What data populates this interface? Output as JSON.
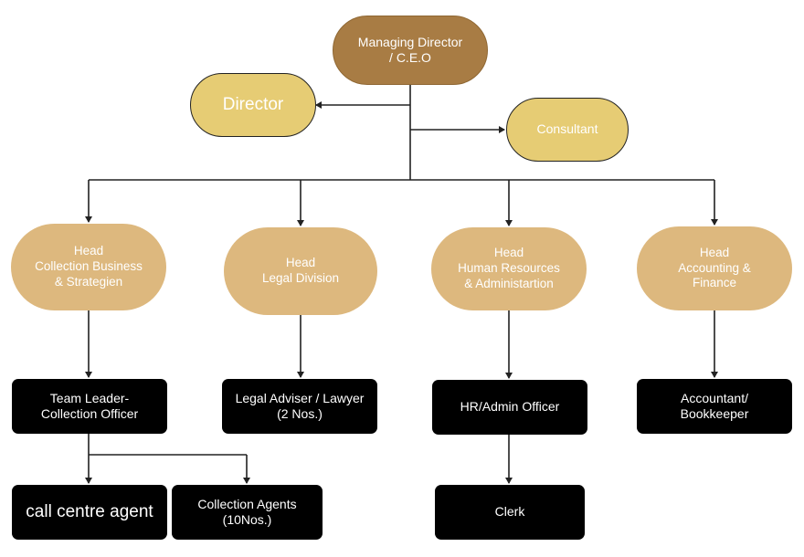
{
  "colors": {
    "ceo_fill": "#a87c44",
    "advisory_fill": "#e6cc74",
    "head_fill": "#ddb87e",
    "staff_fill": "#000000",
    "connector": "#222222"
  },
  "nodes": {
    "ceo": {
      "line1": "Managing Director",
      "line2": "/ C.E.O"
    },
    "director": {
      "label": "Director"
    },
    "consultant": {
      "label": "Consultant"
    },
    "head_collection": {
      "line1": "Head",
      "line2": "Collection Business",
      "line3": "& Strategien"
    },
    "head_legal": {
      "line1": "Head",
      "line2": "Legal Division"
    },
    "head_hr": {
      "line1": "Head",
      "line2": "Human Resources",
      "line3": "& Administartion"
    },
    "head_accounting": {
      "line1": "Head",
      "line2": "Accounting &",
      "line3": "Finance"
    },
    "team_leader": {
      "line1": "Team Leader-",
      "line2": "Collection Officer"
    },
    "legal_adviser": {
      "line1": "Legal Adviser / Lawyer",
      "line2": "(2 Nos.)"
    },
    "hr_officer": {
      "label": "HR/Admin Officer"
    },
    "accountant": {
      "line1": "Accountant/",
      "line2": "Bookkeeper"
    },
    "call_centre": {
      "label": "call centre agent"
    },
    "collection_agents": {
      "line1": "Collection Agents",
      "line2": "(10Nos.)"
    },
    "clerk": {
      "label": "Clerk"
    }
  }
}
